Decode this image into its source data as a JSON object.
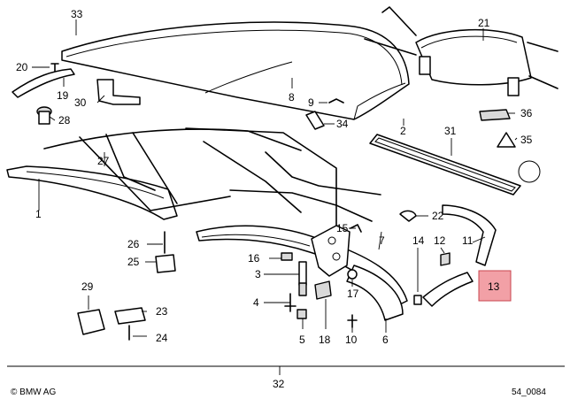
{
  "diagram": {
    "callouts": {
      "p1": "1",
      "p2": "2",
      "p3": "3",
      "p4": "4",
      "p5": "5",
      "p6": "6",
      "p7": "7",
      "p8": "8",
      "p9": "9",
      "p10": "10",
      "p11": "11",
      "p12": "12",
      "p13": "13",
      "p14": "14",
      "p15": "15",
      "p16": "16",
      "p17": "17",
      "p18": "18",
      "p19": "19",
      "p20": "20",
      "p21": "21",
      "p22": "22",
      "p23": "23",
      "p24": "24",
      "p25": "25",
      "p26": "26",
      "p27": "27",
      "p28": "28",
      "p29": "29",
      "p30": "30",
      "p31": "31",
      "p32": "32",
      "p33": "33",
      "p34": "34",
      "p35": "35",
      "p36": "36"
    },
    "highlighted_part": "13",
    "highlight_color": "#f2a0a6",
    "footer": {
      "copyright": "© BMW AG",
      "drawing_number": "54_0084"
    }
  }
}
